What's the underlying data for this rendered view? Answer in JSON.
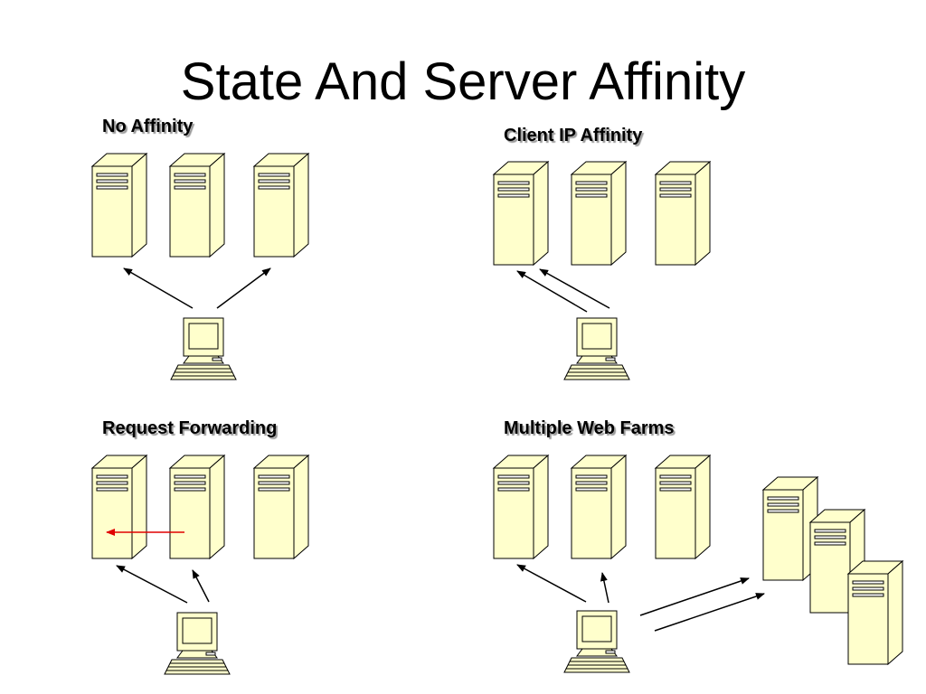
{
  "slide": {
    "title": "State And Server Affinity",
    "colors": {
      "server_fill": "#ffffcc",
      "stroke": "#000000",
      "forward_arrow": "#e00000",
      "label_shadow": "#9a9a9a"
    }
  },
  "scenarios": [
    {
      "id": "no-affinity",
      "label": "No Affinity"
    },
    {
      "id": "client-ip-affinity",
      "label": "Client IP Affinity"
    },
    {
      "id": "request-forwarding",
      "label": "Request Forwarding"
    },
    {
      "id": "multiple-web-farms",
      "label": "Multiple Web Farms"
    }
  ],
  "icons": {
    "server": "server-tower-icon",
    "client": "desktop-computer-icon"
  }
}
